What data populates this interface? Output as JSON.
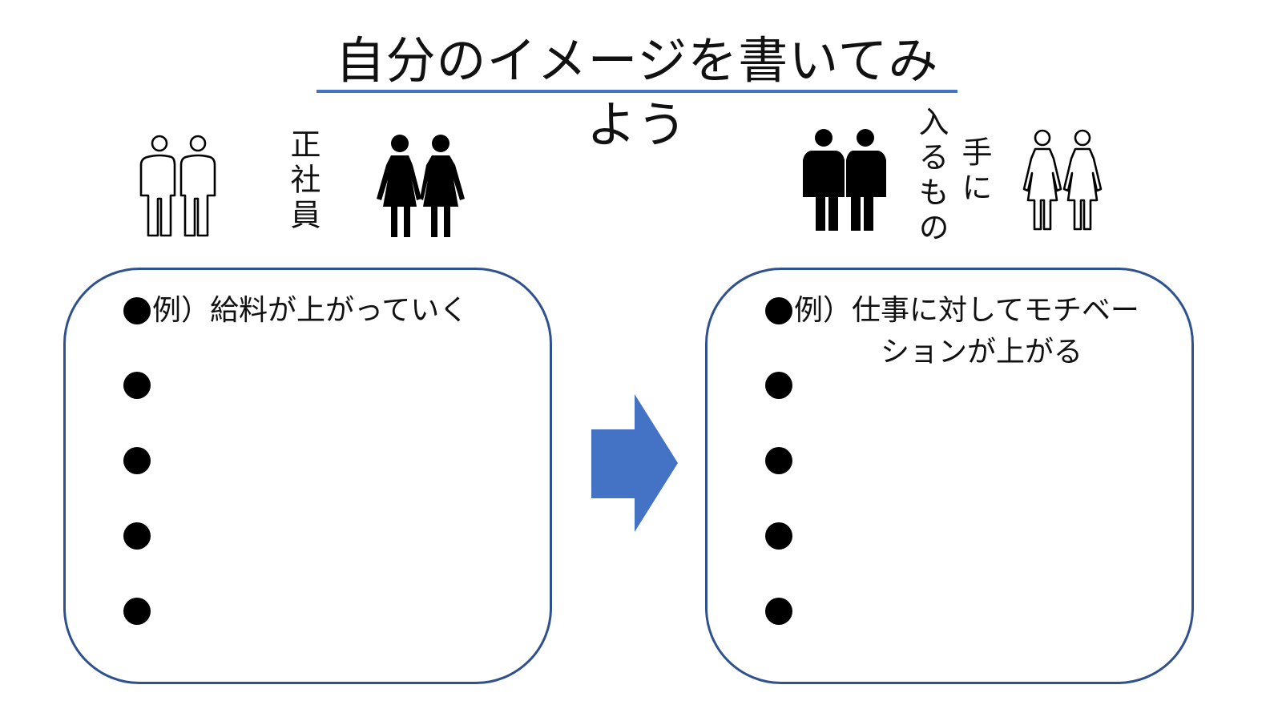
{
  "title": "自分のイメージを書いてみよう",
  "left": {
    "heading": "正社員",
    "bullets": [
      "例）給料が上がっていく",
      "",
      "",
      "",
      ""
    ]
  },
  "right": {
    "heading_col1": "手に",
    "heading_col2": "入るもの",
    "bullets": [
      "例）仕事に対してモチベー\n　　　ションが上がる",
      "",
      "",
      "",
      ""
    ]
  },
  "colors": {
    "accent": "#4472c4",
    "border": "#2f528f"
  },
  "icons": [
    "men-outline-pair-icon",
    "women-filled-pair-icon",
    "men-filled-pair-icon",
    "women-outline-pair-icon",
    "right-arrow-icon"
  ]
}
